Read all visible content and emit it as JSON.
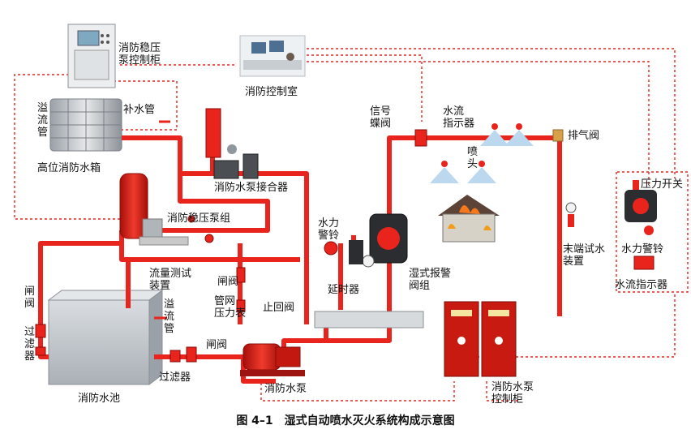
{
  "labels": {
    "stabilizing_pump_cabinet": "消防稳压\n泵控制柜",
    "control_room": "消防控制室",
    "overflow_pipe_tank": "溢\n流\n管",
    "makeup_pipe": "补水管",
    "high_tank": "高位消防水箱",
    "pump_connector": "消防水泵接合器",
    "stabilizing_pump_group": "消防稳压泵组",
    "water_gong_left": "水力\n警铃",
    "flow_test": "流量测试\n装置",
    "gate_valve_mid": "闸阀",
    "network_gauge": "管网\n压力表",
    "check_valve": "止回阀",
    "delay_device": "延时器",
    "wet_alarm_valve": "湿式报警\n阀组",
    "gate_valve_left": "闸\n阀",
    "filter_left": "过\n滤\n器",
    "overflow_pipe_pool": "溢\n流\n管",
    "gate_valve_low": "闸阀",
    "filter_low": "过滤器",
    "fire_pool": "消防水池",
    "fire_pump": "消防水泵",
    "fire_pump_cabinet": "消防水泵\n控制柜",
    "signal_butterfly": "信号\n蝶阀",
    "flow_indicator_top": "水流\n指示器",
    "nozzle": "喷\n头",
    "exhaust_valve": "排气阀",
    "end_test": "末端试水\n装置",
    "pressure_switch": "压力开关",
    "water_gong_right": "水力警铃",
    "flow_indicator_right": "水流指示器"
  },
  "caption": "图 4–1　湿式自动喷水灭火系统构成示意图",
  "colors": {
    "pipe": "#e8241c",
    "pipe_dark": "#b8140e",
    "signal": "#e8241c",
    "tank": "#c8ccd0",
    "pool": "#c4c9cf"
  }
}
